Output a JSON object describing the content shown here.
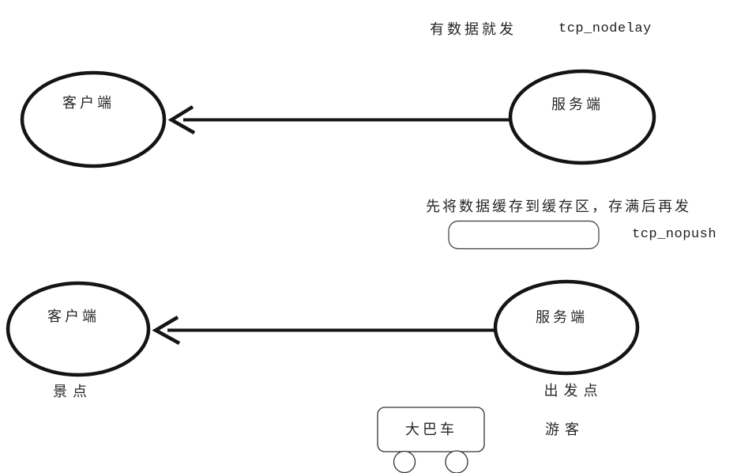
{
  "colors": {
    "ink": "#141414",
    "thin_stroke": "#3b3b3b",
    "text": "#262626",
    "background": "#ffffff"
  },
  "nodelay_diagram": {
    "caption": "有数据就发",
    "option": "tcp_nodelay",
    "client_label": "客户端",
    "server_label": "服务端"
  },
  "nopush_diagram": {
    "caption": "先将数据缓存到缓存区，存满后再发",
    "option": "tcp_nopush",
    "client_label": "客户端",
    "server_label": "服务端",
    "client_note": "景点",
    "server_note": "出发点",
    "bus_label": "大巴车",
    "bus_note": "游客"
  }
}
